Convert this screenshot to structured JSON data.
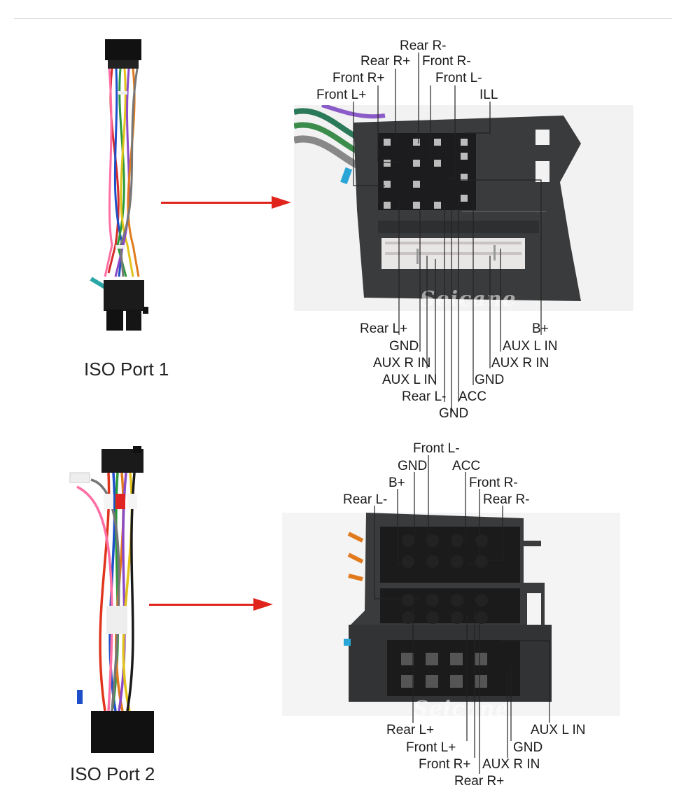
{
  "port1": {
    "title": "ISO Port 1",
    "watermark": "Seicane",
    "top_labels": [
      "Rear R-",
      "Rear R+",
      "Front R-",
      "Front R+",
      "Front L-",
      "Front L+",
      "ILL"
    ],
    "bottom_labels": [
      "Rear L+",
      "B+",
      "GND",
      "AUX L IN",
      "AUX R IN",
      "AUX R IN",
      "AUX L IN",
      "GND",
      "Rear L-",
      "ACC",
      "GND"
    ]
  },
  "port2": {
    "title": "ISO Port 2",
    "watermark": "Seicane",
    "top_labels": [
      "Front L-",
      "GND",
      "ACC",
      "B+",
      "Front R-",
      "Rear L-",
      "Rear R-"
    ],
    "bottom_labels": [
      "Rear L+",
      "AUX L IN",
      "Front L+",
      "GND",
      "Front R+",
      "AUX R IN",
      "Rear R+"
    ]
  },
  "colors": {
    "arrow": "#e0241c",
    "photo_bg": "#f2f2f2",
    "connector": "#3a3b3d"
  }
}
